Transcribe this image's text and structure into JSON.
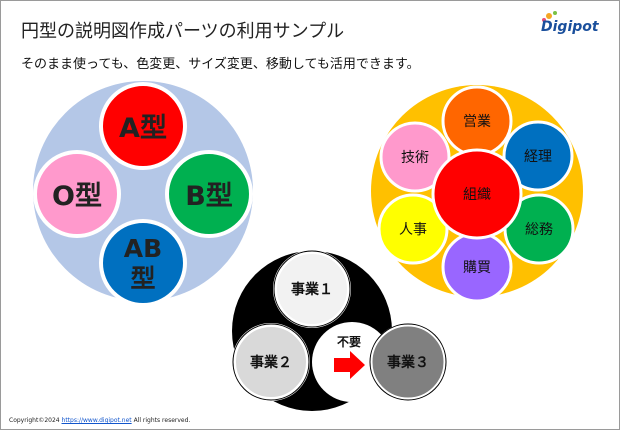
{
  "header": {
    "title": "円型の説明図作成パーツの利用サンプル",
    "subtitle": "そのまま使っても、色変更、サイズ変更、移動しても活用できます。"
  },
  "logo": {
    "text": "Digipot",
    "color": "#1a4f9c"
  },
  "blood_type_diagram": {
    "background_color": "#b4c7e7",
    "items": [
      {
        "label": "A型",
        "color": "#ff0000",
        "text_color": "#222222"
      },
      {
        "label": "B型",
        "color": "#00b050",
        "text_color": "#222222"
      },
      {
        "label_line1": "AB",
        "label_line2": "型",
        "color": "#0070c0",
        "text_color": "#222222"
      },
      {
        "label": "O型",
        "color": "#ff99cc",
        "text_color": "#222222"
      }
    ]
  },
  "organization_diagram": {
    "background_color": "#ffc000",
    "center": {
      "label": "組織",
      "color": "#ff0000"
    },
    "items": [
      {
        "label": "営業",
        "color": "#ff6600"
      },
      {
        "label": "経理",
        "color": "#0070c0"
      },
      {
        "label": "総務",
        "color": "#00b050"
      },
      {
        "label": "購買",
        "color": "#9966ff"
      },
      {
        "label": "人事",
        "color": "#ffff00"
      },
      {
        "label": "技術",
        "color": "#ff99cc"
      }
    ]
  },
  "business_diagram": {
    "background_color": "#000000",
    "items": [
      {
        "label": "事業１",
        "color": "#f2f2f2"
      },
      {
        "label": "事業２",
        "color": "#d9d9d9"
      },
      {
        "label": "事業３",
        "color": "#808080"
      }
    ],
    "unneeded_label": "不要",
    "arrow_color": "#ff0000"
  },
  "footer": {
    "copyright_prefix": "Copyright©2024",
    "url": "https://www.digipot.net",
    "copyright_suffix": "All rights reserved."
  }
}
